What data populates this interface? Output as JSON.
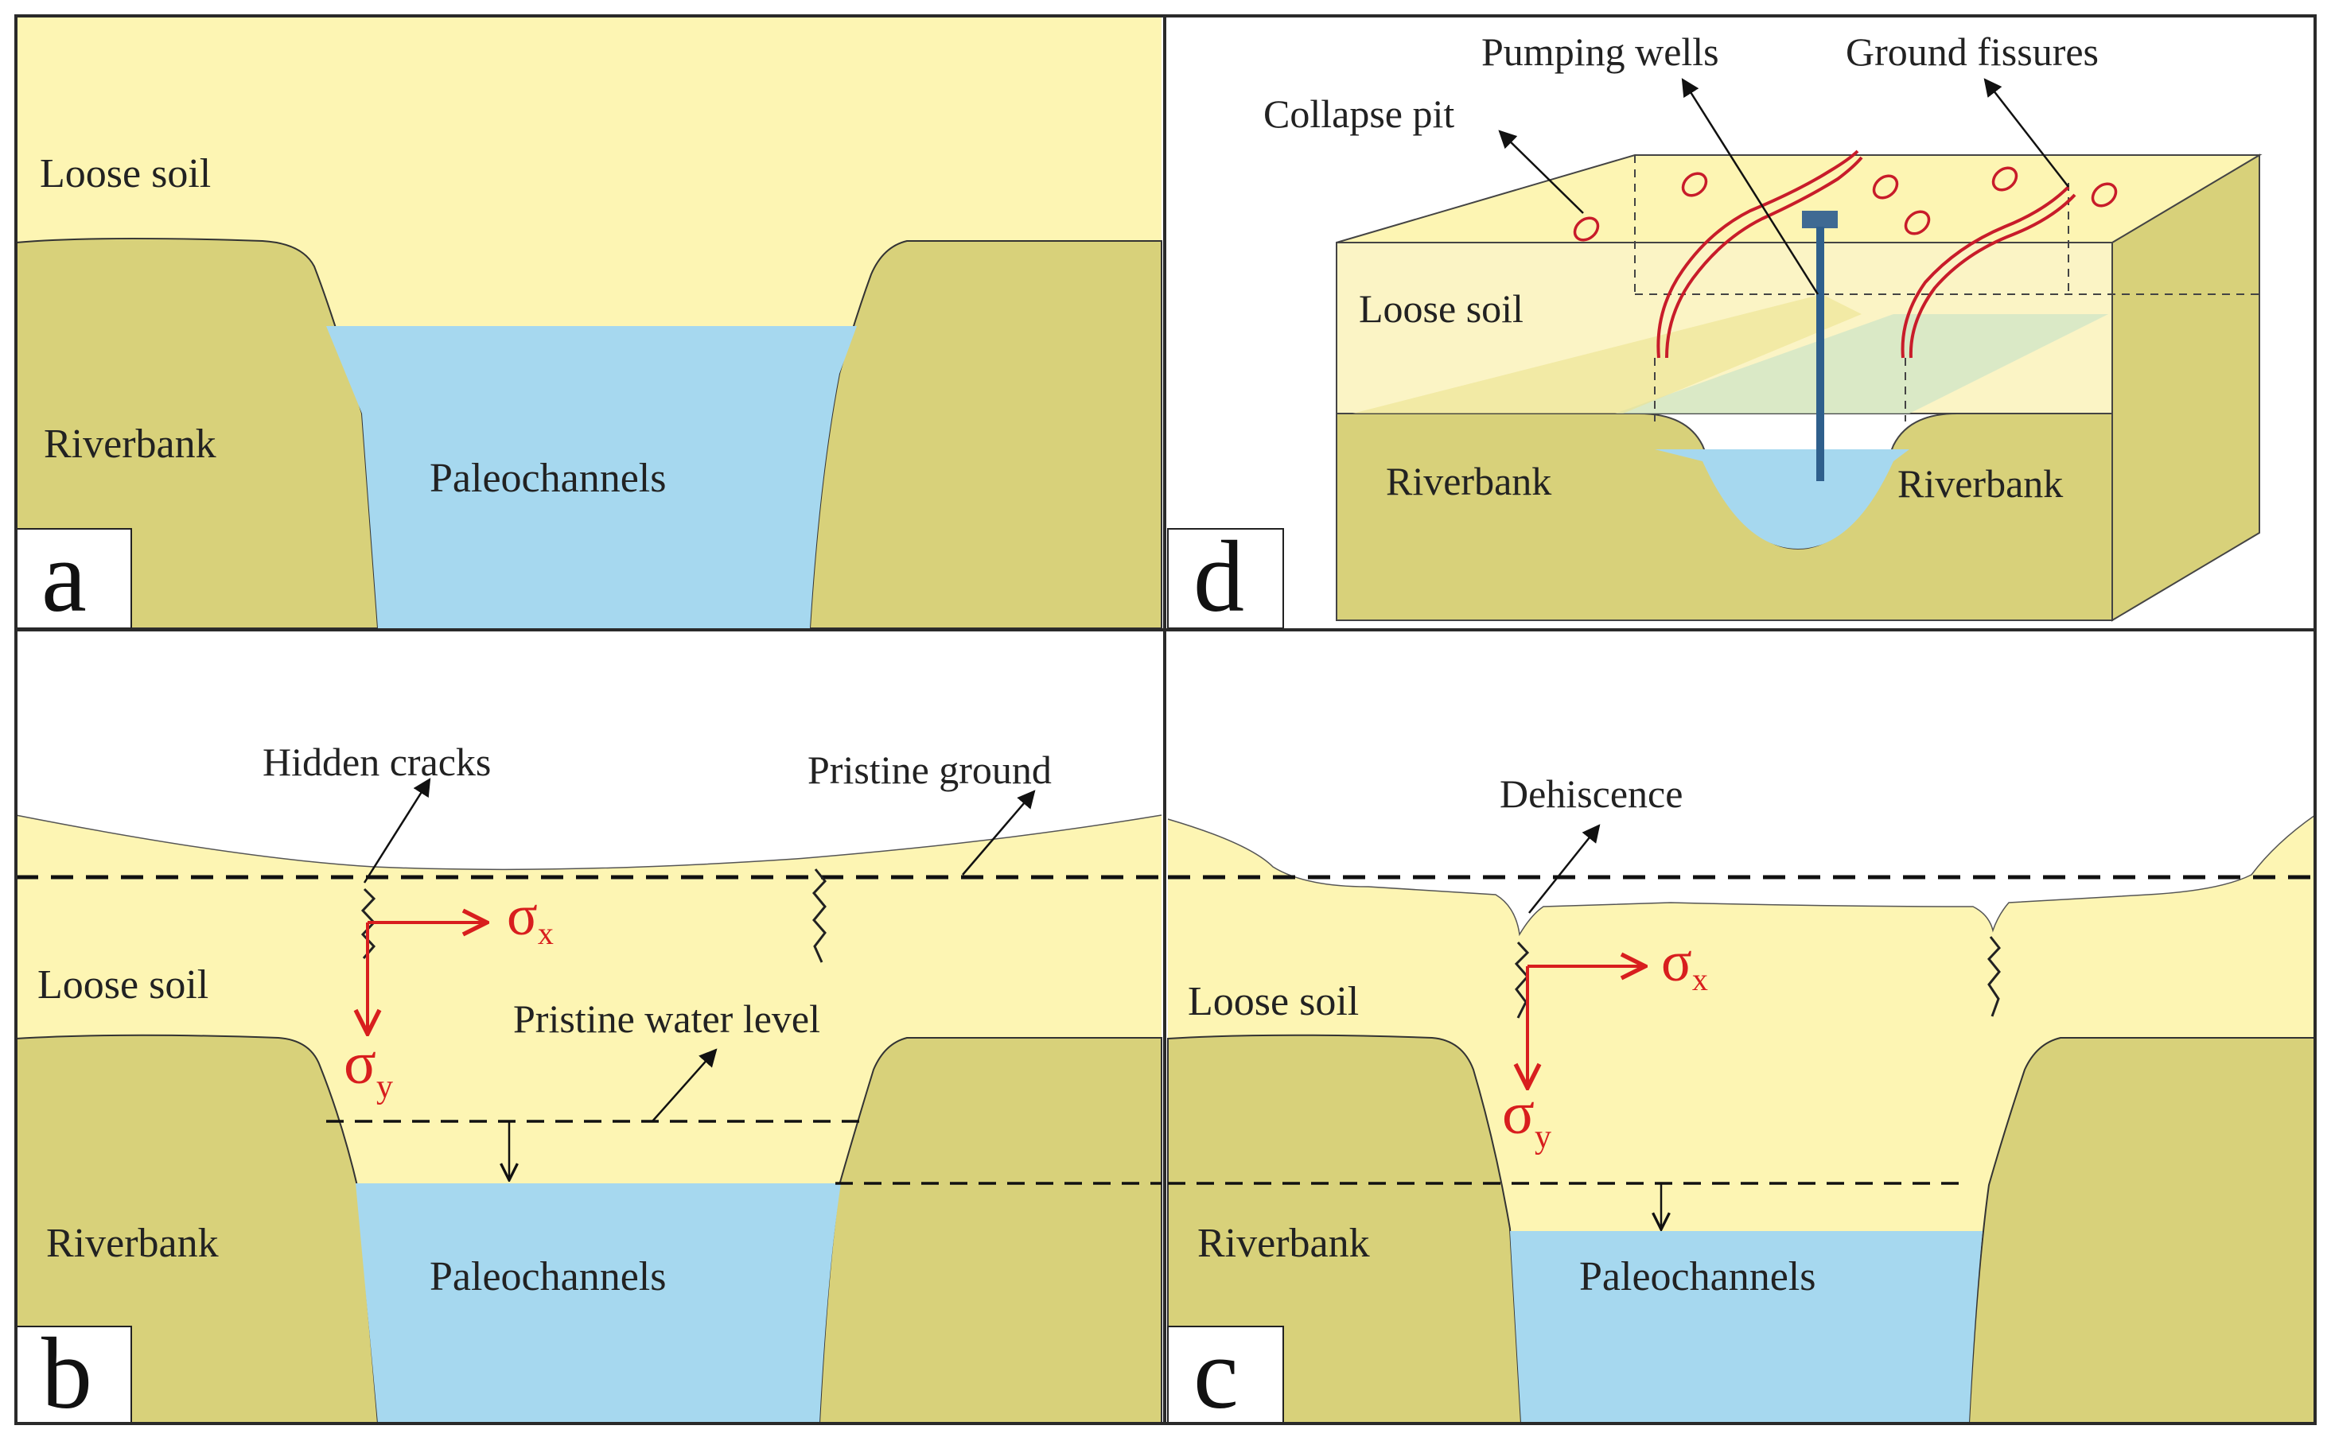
{
  "colors": {
    "loose_soil": "#fdf5b3",
    "riverbank": "#d8d17a",
    "paleochannel": "#a6d8ef",
    "border": "#2a2a2a",
    "stress_arrow": "#d81e1e",
    "well_pipe": "#2f5f8c"
  },
  "panel_a": {
    "letter": "a",
    "loose_soil": "Loose soil",
    "riverbank": "Riverbank",
    "paleochannels": "Paleochannels"
  },
  "panel_b": {
    "letter": "b",
    "hidden_cracks": "Hidden cracks",
    "pristine_ground": "Pristine ground",
    "loose_soil": "Loose soil",
    "pristine_water_level": "Pristine water level",
    "riverbank": "Riverbank",
    "paleochannels": "Paleochannels",
    "sigma": "σ",
    "sub_x": "x",
    "sub_y": "y"
  },
  "panel_c": {
    "letter": "c",
    "dehiscence": "Dehiscence",
    "loose_soil": "Loose soil",
    "riverbank": "Riverbank",
    "paleochannels": "Paleochannels",
    "sigma": "σ",
    "sub_x": "x",
    "sub_y": "y"
  },
  "panel_d": {
    "letter": "d",
    "pumping_wells": "Pumping wells",
    "ground_fissures": "Ground fissures",
    "collapse_pit": "Collapse pit",
    "loose_soil": "Loose soil",
    "riverbank_left": "Riverbank",
    "riverbank_right": "Riverbank"
  }
}
